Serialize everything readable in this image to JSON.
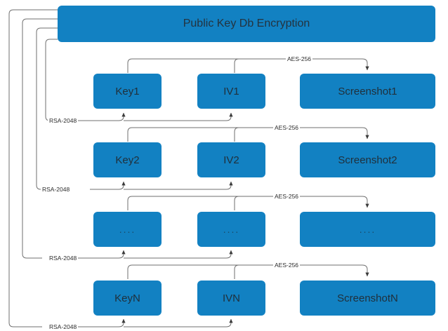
{
  "diagram": {
    "title": "Public Key Db Encryption",
    "colors": {
      "node_fill": "#1281c2",
      "wire": "#6b6b6b",
      "node_text": "#20303c",
      "label_text": "#2b2b2b",
      "background": "#ffffff"
    },
    "header": {
      "label": "Public Key Db Encryption"
    },
    "rows": [
      {
        "key": "Key1",
        "iv": "IV1",
        "screenshot": "Screenshot1",
        "aes_label": "AES-256",
        "rsa_label": "RSA-2048"
      },
      {
        "key": "Key2",
        "iv": "IV2",
        "screenshot": "Screenshot2",
        "aes_label": "AES-256",
        "rsa_label": "RSA-2048"
      },
      {
        "key": "....",
        "iv": "....",
        "screenshot": "....",
        "aes_label": "AES-256",
        "rsa_label": "RSA-2048"
      },
      {
        "key": "KeyN",
        "iv": "IVN",
        "screenshot": "ScreenshotN",
        "aes_label": "AES-256",
        "rsa_label": "RSA-2048"
      }
    ]
  }
}
